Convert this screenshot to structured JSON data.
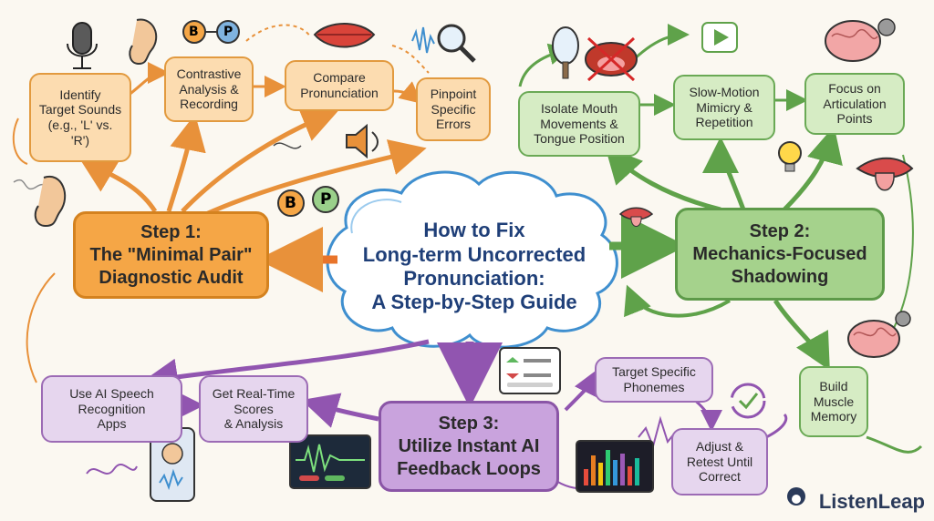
{
  "center": {
    "title": "How to Fix\nLong-term Uncorrected\nPronunciation:\nA Step-by-Step Guide"
  },
  "step1": {
    "title": "Step 1:\nThe \"Minimal Pair\"\nDiagnostic Audit",
    "nodes": [
      "Identify\nTarget Sounds\n(e.g., 'L' vs.\n'R')",
      "Contrastive\nAnalysis &\nRecording",
      "Compare\nPronunciation",
      "Pinpoint\nSpecific\nErrors"
    ],
    "badges": [
      "B",
      "P",
      "B",
      "P"
    ]
  },
  "step2": {
    "title": "Step 2:\nMechanics-Focused\nShadowing",
    "nodes": [
      "Isolate Mouth\nMovements &\nTongue Position",
      "Slow-Motion\nMimicry &\nRepetition",
      "Focus on\nArticulation\nPoints",
      "Build\nMuscle\nMemory"
    ]
  },
  "step3": {
    "title": "Step 3:\nUtilize Instant AI\nFeedback Loops",
    "nodes": [
      "Use AI Speech\nRecognition\nApps",
      "Get Real-Time\nScores\n& Analysis",
      "Target Specific\nPhonemes",
      "Adjust &\nRetest Until\nCorrect"
    ]
  },
  "brand": {
    "name": "ListenLeap"
  },
  "colors": {
    "orange": "#f5a646",
    "green": "#a5d28c",
    "purple": "#c9a3dd",
    "title_blue": "#1f3f78"
  },
  "icons": [
    "microphone-icon",
    "ear-icon",
    "lips-icon",
    "sound-wave-magnifier-icon",
    "speaker-icon",
    "mirror-icon",
    "mouth-icon",
    "play-icon",
    "brain-gear-icon",
    "lightbulb-icon",
    "tongue-icon",
    "phone-icon",
    "waveform-monitor-icon",
    "chat-window-icon",
    "equalizer-icon",
    "refresh-check-icon"
  ]
}
